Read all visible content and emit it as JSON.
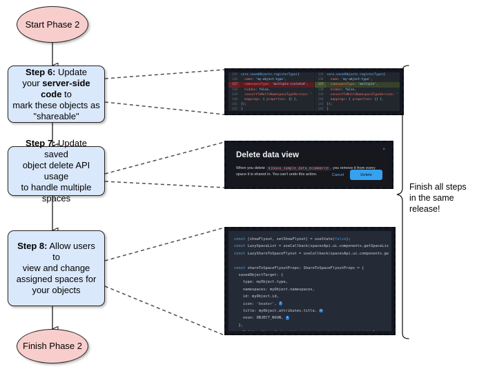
{
  "diagram": {
    "title": "Phase 2 rollout flowchart",
    "colors": {
      "terminator_fill": "#f8cecc",
      "process_fill": "#dae8fc",
      "stroke": "#23211f",
      "diff_removed": "#5d1a1f",
      "diff_added": "#38422a",
      "accent_button": "#36a2ef"
    },
    "nodes": {
      "start": {
        "label": "Start Phase 2"
      },
      "step6": {
        "prefix": "Step 6:",
        "text_a": " Update",
        "text_b": "your ",
        "bold": "server-side code",
        "text_c": " to",
        "text_d": "mark these objects as",
        "text_e": "\"shareable\""
      },
      "step7": {
        "prefix": "Step 7:",
        "line1": " Update saved",
        "line2": "object delete API usage",
        "line3": "to handle multiple spaces"
      },
      "step8": {
        "prefix": "Step 8:",
        "line1": " Allow users to",
        "line2": "view and change",
        "line3": "assigned spaces for",
        "line4": "your objects"
      },
      "finish": {
        "label": "Finish Phase 2"
      }
    },
    "brace_note": {
      "line1": "Finish all steps",
      "line2": "in the same",
      "line3": "release!"
    }
  },
  "panel_diff": {
    "name": "server-side-code-diff-screenshot",
    "left": {
      "lines": [
        {
          "num": "135",
          "kind": "ctx",
          "html": "<span class='p'>core</span><span class='w'>.</span><span class='p'>savedObjects</span><span class='w'>.</span><span class='p'>registerType</span><span class='w'>(</span><span class='b'>{</span>"
        },
        {
          "num": "136",
          "kind": "ctx",
          "html": "  <span class='k'>name</span><span class='w'>:</span> <span class='s'>'my-object-type'</span><span class='w'>,</span>"
        },
        {
          "num": "137",
          "kind": "del",
          "html": "  <span class='k'>namespaceType</span><span class='w'>:</span> <span class='s'>'multiple-isolated'</span><span class='w'>,</span>"
        },
        {
          "num": "138",
          "kind": "ctx",
          "html": "  <span class='k'>hidden</span><span class='w'>:</span> <span class='s'>false</span><span class='w'>,</span>"
        },
        {
          "num": "139",
          "kind": "ctx",
          "html": "  <span class='k'>convertToMultiNamespaceTypeVersion</span><span class='w'>:</span> <span class='s'>'</span>"
        },
        {
          "num": "140",
          "kind": "ctx",
          "html": "  <span class='k'>mappings</span><span class='w'>:</span> <span class='b'>{</span> <span class='k'>properties</span><span class='w'>:</span> <span class='b'>{}</span> <span class='b'>}</span><span class='w'>,</span>"
        },
        {
          "num": "141",
          "kind": "ctx",
          "html": "<span class='b'>}</span><span class='w'>);</span>"
        },
        {
          "num": "142",
          "kind": "ctx",
          "html": "<span class='b'>}</span>"
        }
      ]
    },
    "right": {
      "lines": [
        {
          "num": "135",
          "kind": "ctx",
          "html": "<span class='p'>core</span><span class='w'>.</span><span class='p'>savedObjects</span><span class='w'>.</span><span class='p'>registerType</span><span class='w'>(</span><span class='b'>{</span>"
        },
        {
          "num": "136",
          "kind": "ctx",
          "html": "  <span class='k'>name</span><span class='w'>:</span> <span class='s'>'my-object-type'</span><span class='w'>,</span>"
        },
        {
          "num": "137",
          "kind": "add",
          "html": "  <span class='k'>namespaceType</span><span class='w'>:</span> <span class='s'>'multiple'</span><span class='w'>,</span>"
        },
        {
          "num": "138",
          "kind": "ctx",
          "html": "  <span class='k'>hidden</span><span class='w'>:</span> <span class='s'>false</span><span class='w'>,</span>"
        },
        {
          "num": "139",
          "kind": "ctx",
          "html": "  <span class='k'>convertToMultiNamespaceTypeVersion</span><span class='w'>:</span> <span class='s'>'</span>"
        },
        {
          "num": "140",
          "kind": "ctx",
          "html": "  <span class='k'>mappings</span><span class='w'>:</span> <span class='b'>{</span> <span class='k'>properties</span><span class='w'>:</span> <span class='b'>{}</span> <span class='b'>}</span><span class='w'>,</span>"
        },
        {
          "num": "141",
          "kind": "ctx",
          "html": "<span class='b'>}</span><span class='w'>);</span>"
        },
        {
          "num": "142",
          "kind": "ctx",
          "html": "<span class='b'>}</span>"
        }
      ]
    }
  },
  "panel_modal": {
    "name": "delete-data-view-dialog-screenshot",
    "title": "Delete data view",
    "body_prefix": "When you delete",
    "body_code": "kibana_sample_data_ecommerce",
    "body_suffix": ", you remove it from every space it is shared in. You can't undo this action.",
    "cancel_label": "Cancel",
    "delete_label": "Delete",
    "close_glyph": "×"
  },
  "panel_react": {
    "name": "share-to-space-flyout-code-screenshot",
    "code_html": "<span class='kw'>const</span> [showFlyout, setShowFlyout] = useState(<span class='bl'>false</span>);\n<span class='kw'>const</span> LazySpaceList = useCallback(spacesApi.ui.components.getSpaceLis\n<span class='kw'>const</span> LazyShareToSpaceFlyout = useCallback(spacesApi.ui.components.ge\n\n<span class='kw'>const</span> shareToSpaceFlyoutProps: ShareToSpaceFlyoutProps = {\n  savedObjectTarget: {\n    type: myObject.type,\n    namespaces: myObject.namespaces,\n    id: myObject.id,\n    icon: <span class='st'>'beaker'</span>, <span class='num'>1</span>\n    title: myObject.attributes.title, <span class='num'>2</span>\n    noun: OBJECT_NOUN, <span class='num'>3</span>\n  },\n  onUpdate: () =&gt; { <span class='cm'>/* callback when the object is updated */</span> },\n  onClose: () =&gt; setShowFlyout(<span class='bl'>false</span>),\n};"
  }
}
